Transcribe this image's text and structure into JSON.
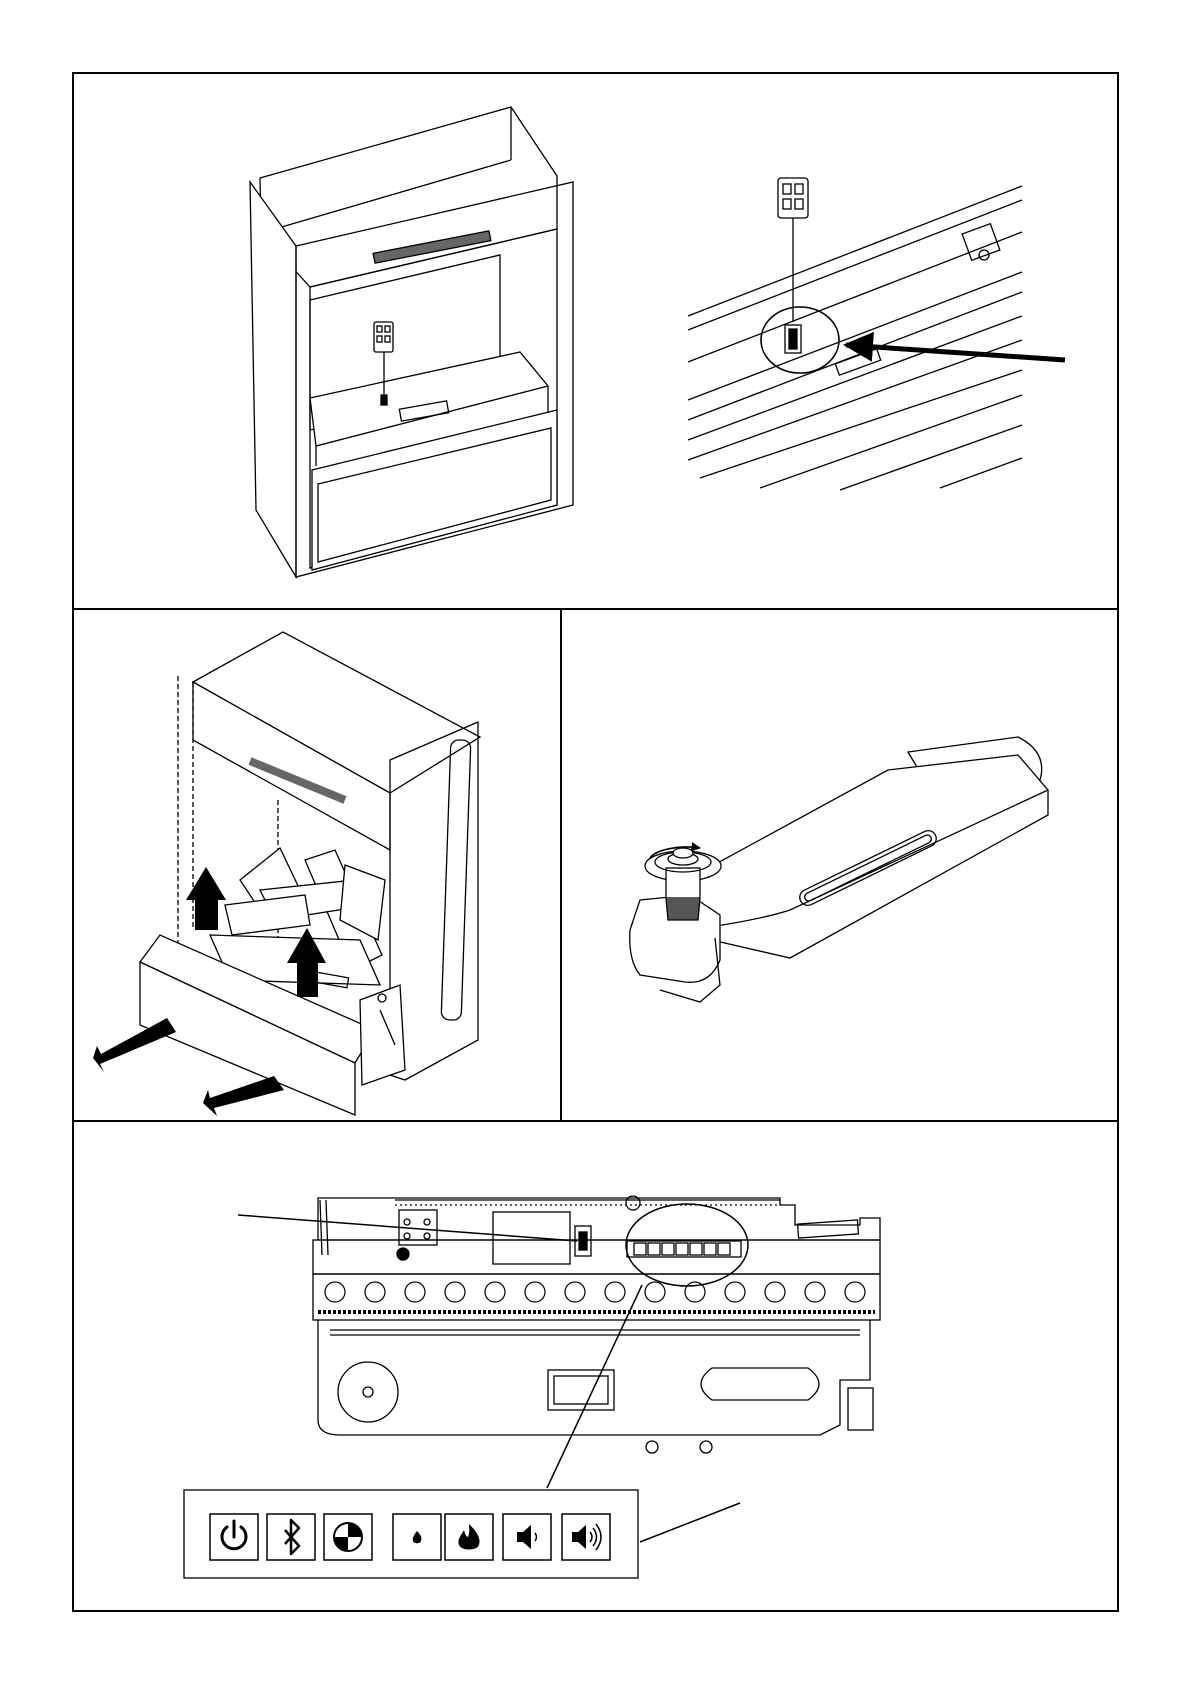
{
  "document": {
    "type": "installation-manual-figure-page",
    "panels": [
      {
        "id": "panel-1",
        "content": "insert-and-connector-detail"
      },
      {
        "id": "panel-2",
        "content": "remove-log-set-and-front"
      },
      {
        "id": "panel-3",
        "content": "water-tank-cap"
      },
      {
        "id": "panel-4",
        "content": "control-panel-buttons"
      }
    ]
  },
  "control_panel": {
    "buttons": [
      {
        "icon": "power-icon"
      },
      {
        "icon": "bluetooth-icon"
      },
      {
        "icon": "flame-color-icon"
      },
      {
        "icon": "flame-low-icon"
      },
      {
        "icon": "flame-high-icon"
      },
      {
        "icon": "volume-down-icon"
      },
      {
        "icon": "volume-up-icon"
      }
    ]
  },
  "colors": {
    "line": "#000000",
    "background": "#ffffff",
    "arrow": "#000000"
  }
}
